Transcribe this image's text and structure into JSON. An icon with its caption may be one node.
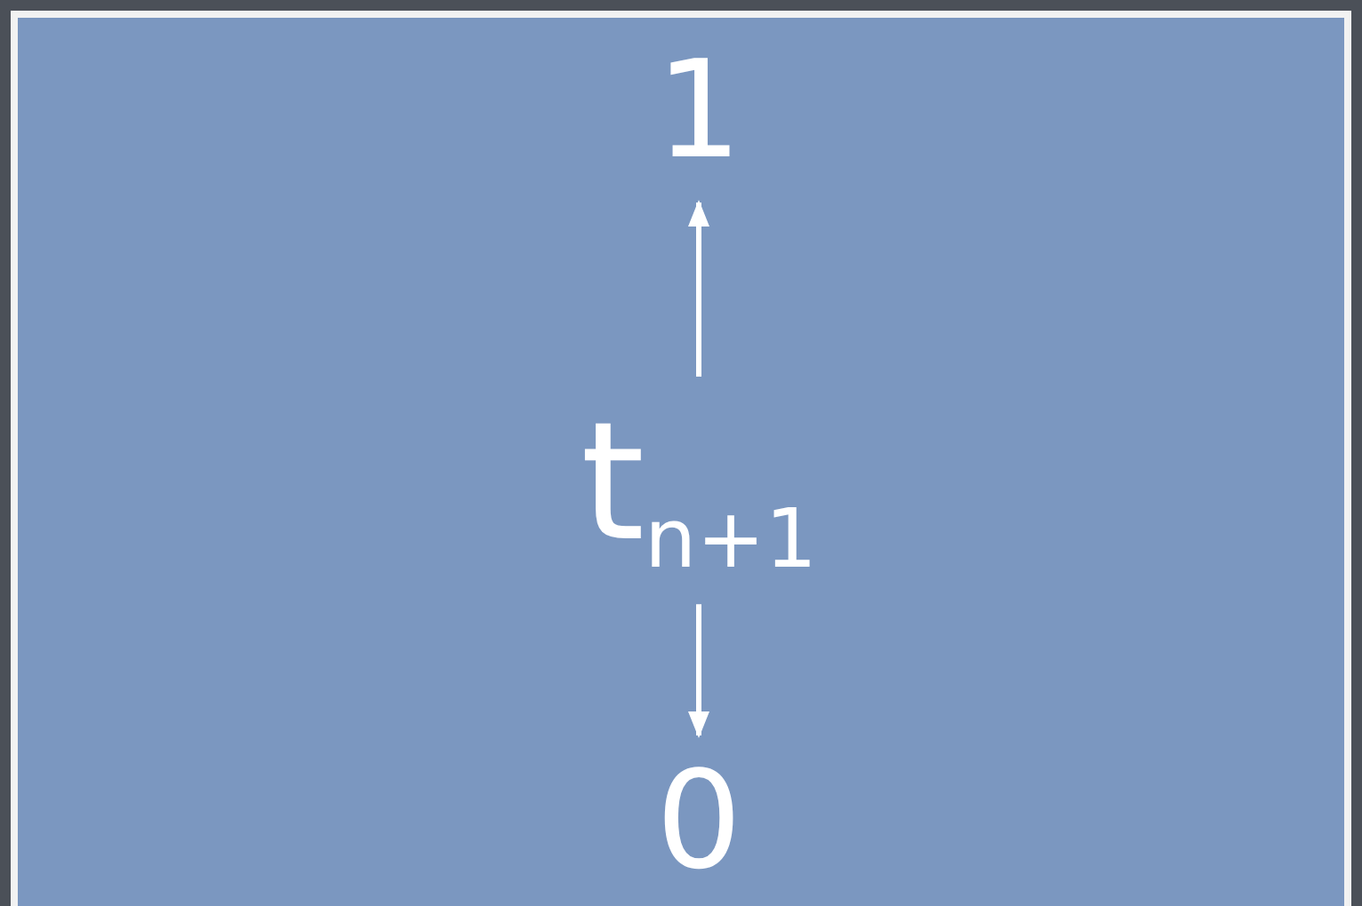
{
  "diagram": {
    "nodes": [
      {
        "text": [
          "1"
        ]
      },
      {
        "text": [
          "t$_{n+1}$"
        ]
      },
      {
        "text": [
          "0"
        ]
      }
    ],
    "edges": [
      {
        "from": 1,
        "to": 0,
        "arrow": "to"
      },
      {
        "from": 1,
        "to": 2,
        "arrow": "to"
      }
    ]
  }
}
